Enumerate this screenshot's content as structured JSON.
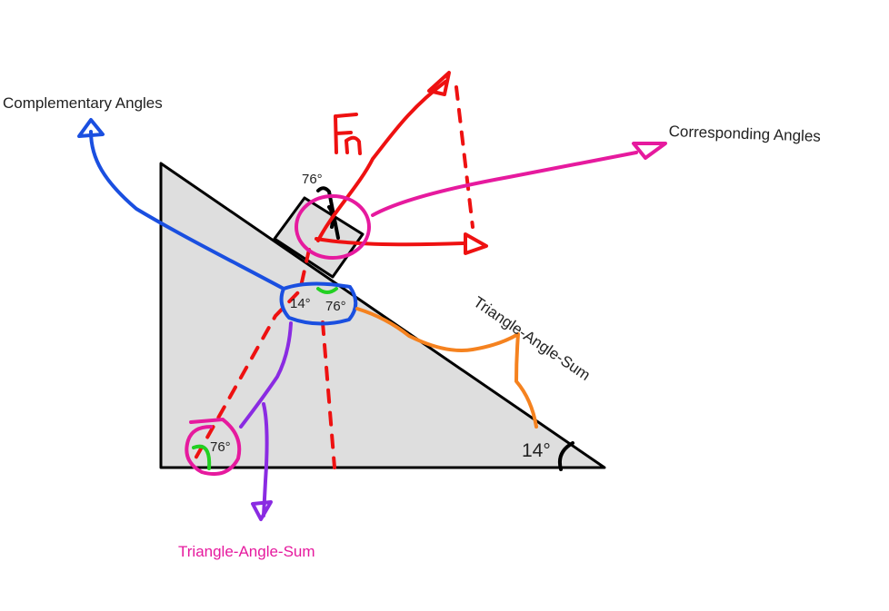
{
  "labels": {
    "complementary": "Complementary Angles",
    "corresponding": "Corresponding Angles",
    "triangle_sum_right": "Triangle-Angle-Sum",
    "triangle_sum_bottom": "Triangle-Angle-Sum",
    "force_normal": "Fn"
  },
  "angles": {
    "block_top": "76°",
    "contact_left": "14°",
    "contact_right": "76°",
    "bottom_left": "76°",
    "incline_base": "14°"
  },
  "colors": {
    "outline": "#000000",
    "incline_fill": "#dedede",
    "red": "#ee1111",
    "blue": "#1a4fe0",
    "magenta": "#e61a9e",
    "orange": "#f5821f",
    "purple": "#8a2be2",
    "green": "#22d022"
  }
}
